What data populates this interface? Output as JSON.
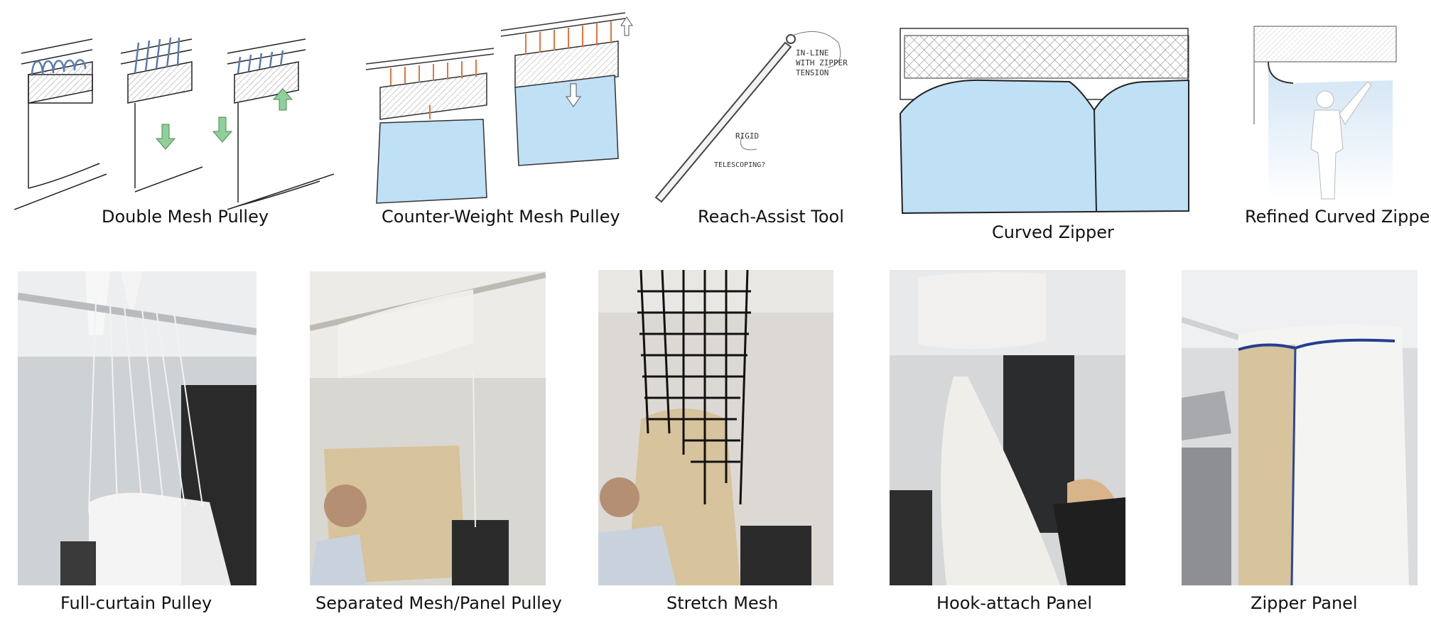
{
  "sketches": [
    {
      "caption": "Double Mesh Pulley"
    },
    {
      "caption": "Counter-Weight Mesh Pulley"
    },
    {
      "caption": "Reach-Assist Tool",
      "notes": [
        "IN-LINE",
        "WITH ZIPPER",
        "TENSION",
        "RIGID",
        "TELESCOPING?"
      ]
    },
    {
      "caption": "Curved Zipper"
    },
    {
      "caption": "Refined Curved Zipper"
    }
  ],
  "photos": [
    {
      "caption": "Full-curtain Pulley"
    },
    {
      "caption": "Separated Mesh/Panel Pulley"
    },
    {
      "caption": "Stretch Mesh"
    },
    {
      "caption": "Hook-attach Panel"
    },
    {
      "caption": "Zipper Panel"
    }
  ],
  "colors": {
    "curtain_blue": "#bfe0f5",
    "arrow_green": "#8fcf9a",
    "cord_orange": "#e8743a",
    "tan_panel": "#d7c39c"
  }
}
